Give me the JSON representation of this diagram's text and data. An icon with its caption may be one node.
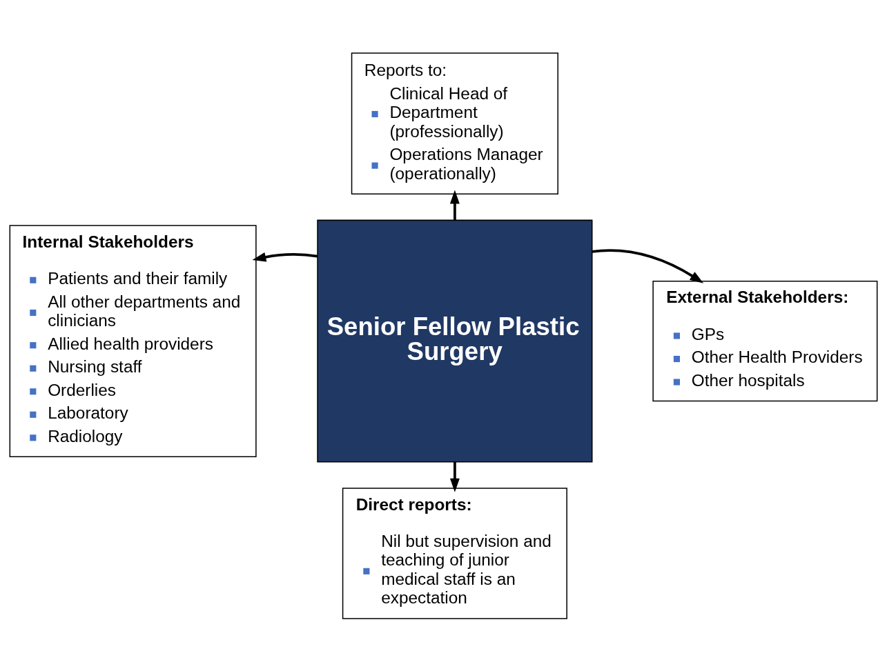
{
  "diagram": {
    "nodes": [
      {
        "text": [
          "Senior Fellow Plastic Surgery"
        ]
      },
      {
        "text": [
          "Reports to:",
          "Clinical Head of Department (professionally)",
          "Operations Manager (operationally)"
        ]
      },
      {
        "text": [
          "Internal Stakeholders",
          "Patients and their family",
          "All other departments and clinicians",
          "Allied health providers",
          "Nursing staff",
          "Orderlies",
          "Laboratory",
          "Radiology"
        ]
      },
      {
        "text": [
          "External Stakeholders:",
          "GPs",
          "Other Health Providers",
          "Other hospitals"
        ]
      },
      {
        "text": [
          "Direct reports:",
          "Nil but supervision and teaching of junior medical staff is an expectation"
        ]
      }
    ],
    "edges": [
      {
        "from": 0,
        "to": 1,
        "arrow": "to"
      },
      {
        "from": 0,
        "to": 2,
        "arrow": "to"
      },
      {
        "from": 0,
        "to": 3,
        "arrow": "to"
      },
      {
        "from": 0,
        "to": 4,
        "arrow": "to"
      }
    ]
  }
}
